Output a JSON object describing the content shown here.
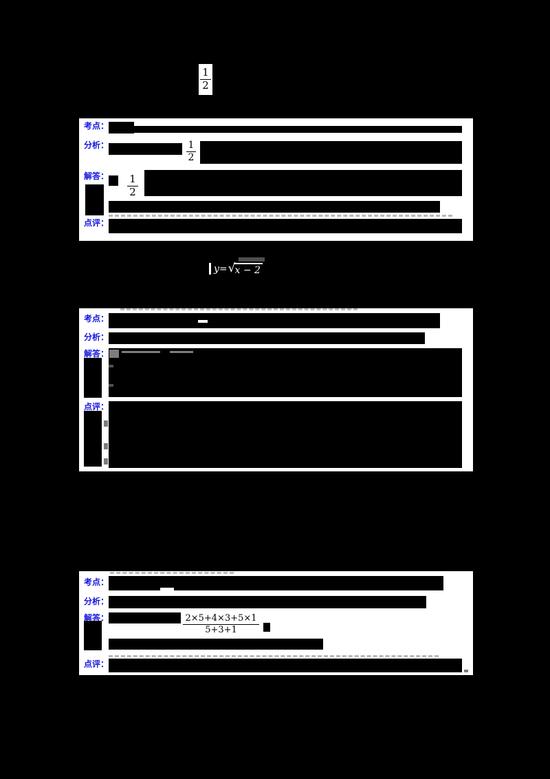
{
  "colors": {
    "page_background": "#000000",
    "table_background": "#ffffff",
    "label_blue": "#1717e0",
    "redaction_black": "#000000",
    "remnant_gray": "#7d7d7d"
  },
  "top_formula": {
    "num": "1",
    "den": "2"
  },
  "sqrt_formula": {
    "lhs": "y=",
    "radical_sign": "√",
    "radicand": "x − 2"
  },
  "table1": {
    "labels": {
      "kaodian": "考点：",
      "fenxi": "分析：",
      "jieda": "解答：",
      "dianping": "点评："
    },
    "analysis_frac": {
      "num": "1",
      "den": "2"
    },
    "answer_frac": {
      "num": "1",
      "den": "2"
    }
  },
  "table2": {
    "labels": {
      "kaodian": "考点：",
      "fenxi": "分析：",
      "jieda": "解答：",
      "dianping": "点评："
    }
  },
  "table3": {
    "labels": {
      "kaodian": "考点：",
      "fenxi": "分析：",
      "jieda": "解答：",
      "dianping": "点评："
    },
    "answer_frac": {
      "num": "2×5+4×3+5×1",
      "den": "5+3+1"
    }
  }
}
